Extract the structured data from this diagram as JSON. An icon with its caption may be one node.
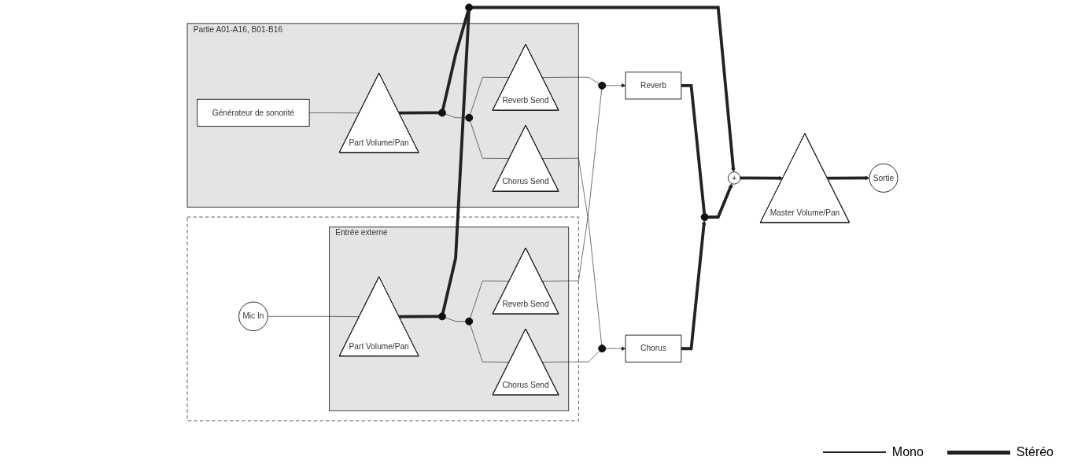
{
  "diagram": {
    "nodes": [
      {
        "text": [
          "Partie A01-A16, B01-B16"
        ]
      },
      {
        "text": [
          "Générateur de sonorité"
        ],
        "in": 0
      },
      {
        "text": [
          "Part Volume/Pan"
        ],
        "in": 0
      },
      {
        "text": [],
        "shape": "dot",
        "in": 0
      },
      {
        "text": [],
        "shape": "dot",
        "in": 0
      },
      {
        "text": [
          "Reverb Send"
        ],
        "in": 0
      },
      {
        "text": [
          "Chorus Send"
        ],
        "in": 0
      },
      {
        "text": [],
        "shape": "box"
      },
      {
        "text": [
          "Entrée externe"
        ],
        "in": 7
      },
      {
        "text": [
          "Mic In"
        ],
        "in": 7
      },
      {
        "text": [
          "Part Volume/Pan"
        ],
        "in": 8
      },
      {
        "text": [],
        "shape": "dot",
        "in": 8
      },
      {
        "text": [],
        "shape": "dot",
        "in": 8
      },
      {
        "text": [
          "Reverb Send"
        ],
        "in": 8
      },
      {
        "text": [
          "Chorus Send"
        ],
        "in": 8
      },
      {
        "text": [],
        "shape": "dot"
      },
      {
        "text": [],
        "shape": "dot"
      },
      {
        "text": [],
        "shape": "dot"
      },
      {
        "text": [
          "Reverb"
        ]
      },
      {
        "text": [
          "Chorus"
        ]
      },
      {
        "text": [],
        "shape": "dot"
      },
      {
        "text": [
          "+"
        ]
      },
      {
        "text": [
          "Master Volume/Pan"
        ]
      },
      {
        "text": [
          "Sortie"
        ]
      }
    ],
    "edges": [
      {
        "from": 1,
        "to": 2,
        "arrow": "none"
      },
      {
        "from": 2,
        "to": 3,
        "arrow": "none",
        "style": "thick"
      },
      {
        "from": 3,
        "to": 15,
        "arrow": "none",
        "style": "thick"
      },
      {
        "from": 3,
        "to": 4,
        "arrow": "none"
      },
      {
        "from": 4,
        "to": 5,
        "arrow": "none"
      },
      {
        "from": 4,
        "to": 6,
        "arrow": "none"
      },
      {
        "from": 5,
        "to": 16,
        "arrow": "none"
      },
      {
        "from": 6,
        "to": 17,
        "arrow": "none"
      },
      {
        "from": 9,
        "to": 10,
        "arrow": "none"
      },
      {
        "from": 10,
        "to": 11,
        "arrow": "none",
        "style": "thick"
      },
      {
        "from": 11,
        "to": 15,
        "arrow": "none",
        "style": "thick"
      },
      {
        "from": 11,
        "to": 12,
        "arrow": "none"
      },
      {
        "from": 12,
        "to": 13,
        "arrow": "none"
      },
      {
        "from": 12,
        "to": 14,
        "arrow": "none"
      },
      {
        "from": 13,
        "to": 16,
        "arrow": "none"
      },
      {
        "from": 14,
        "to": 17,
        "arrow": "none"
      },
      {
        "from": 15,
        "to": 21,
        "arrow": "to",
        "style": "thick"
      },
      {
        "from": 16,
        "to": 18,
        "arrow": "to"
      },
      {
        "from": 17,
        "to": 19,
        "arrow": "to"
      },
      {
        "from": 18,
        "to": 20,
        "arrow": "none",
        "style": "thick"
      },
      {
        "from": 19,
        "to": 20,
        "arrow": "to",
        "style": "thick"
      },
      {
        "from": 20,
        "to": 21,
        "arrow": "to",
        "style": "thick"
      },
      {
        "from": 21,
        "to": 22,
        "arrow": "to",
        "style": "thick"
      },
      {
        "from": 22,
        "to": 23,
        "arrow": "to",
        "style": "thick"
      }
    ],
    "legend": [
      {
        "text": "Mono"
      },
      {
        "text": "Stéréo"
      }
    ]
  }
}
